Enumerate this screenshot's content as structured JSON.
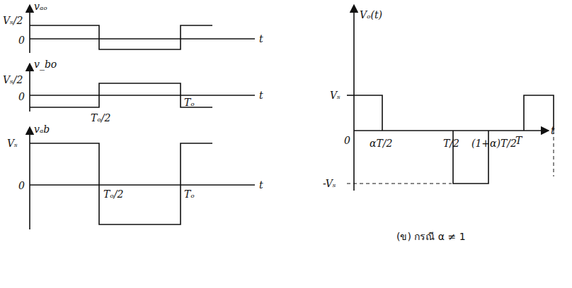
{
  "diagram": {
    "labels": [
      "vₐₒ",
      "Vₛ/2",
      "0",
      "t",
      "v_bo",
      "Vₛ/2",
      "0",
      "Tₒ/2",
      "Tₒ",
      "t",
      "vₐb",
      "Vₛ",
      "0",
      "Tₒ/2",
      "Tₒ",
      "t",
      "Vₒ(t)",
      "Vₛ",
      "-Vₛ",
      "0",
      "αT/2",
      "T/2",
      "(1+α)T/2",
      "T",
      "t",
      "(ข) กรณี α ≠ 1"
    ]
  }
}
